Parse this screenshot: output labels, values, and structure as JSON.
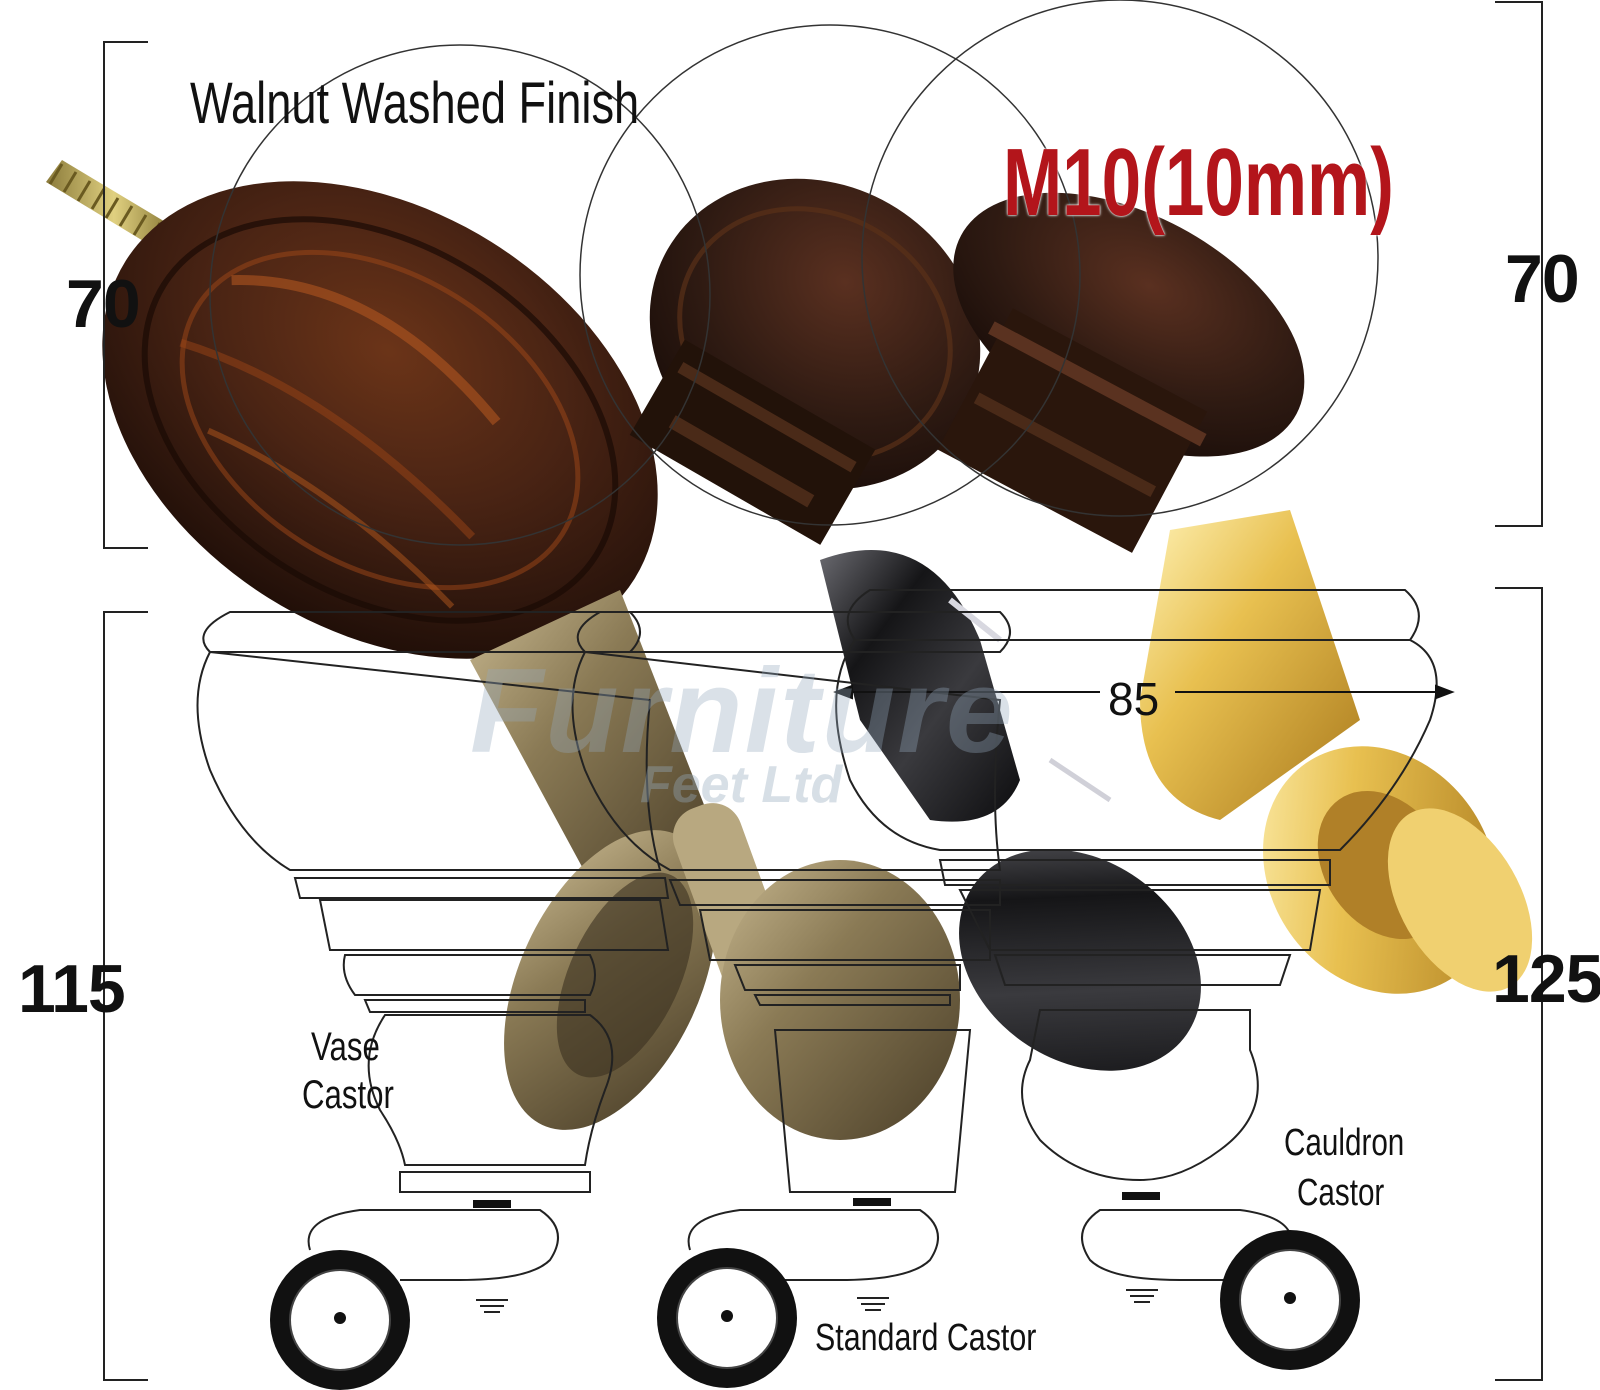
{
  "labels": {
    "finish": "Walnut Washed Finish",
    "thread": "M10(10mm)",
    "dim_top_left": "70",
    "dim_top_right": "70",
    "dim_bottom_left": "115",
    "dim_bottom_right": "125",
    "width": "85",
    "vase_castor_line1": "Vase",
    "vase_castor_line2": "Castor",
    "standard_castor": "Standard Castor",
    "cauldron_castor_line1": "Cauldron",
    "cauldron_castor_line2": "Castor"
  },
  "watermark": {
    "line1": "Furniture",
    "line2": "Feet Ltd"
  },
  "colors": {
    "wood_dark": "#3a1e12",
    "wood_light": "#8a3a12",
    "antique_brass": "#8a7a55",
    "chrome_black": "#1a1a1c",
    "polished_brass": "#e8c050",
    "thread_text": "#b3151b"
  }
}
